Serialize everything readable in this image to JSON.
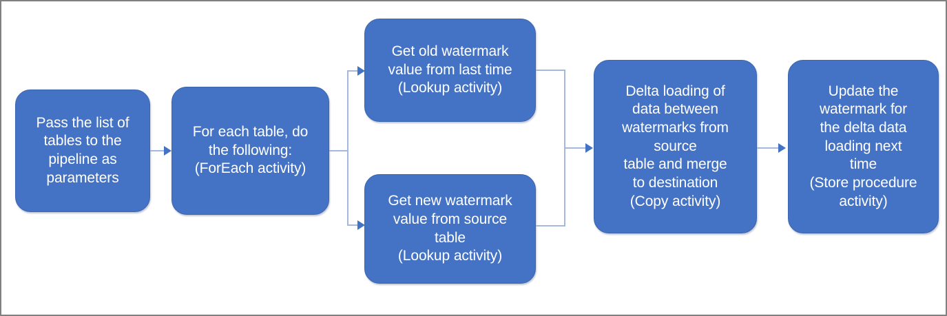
{
  "diagram": {
    "type": "flowchart",
    "orientation": "left-to-right",
    "border_color": "#808080",
    "background": "#ffffff",
    "node_fill": "#4472C4",
    "node_text_color": "#FFFFFF",
    "connector_color": "#A3B8DE",
    "arrowhead_color": "#4472C4",
    "nodes": [
      {
        "id": "pass-list-of-tables",
        "label": "Pass the list of\ntables to the\npipeline as\nparameters",
        "activity": ""
      },
      {
        "id": "for-each-table",
        "label": "For each table, do\nthe following:\n(ForEach activity)",
        "activity": "ForEach activity"
      },
      {
        "id": "get-old-watermark",
        "label": "Get old watermark\nvalue from last time\n(Lookup activity)",
        "activity": "Lookup activity"
      },
      {
        "id": "get-new-watermark",
        "label": "Get new watermark\nvalue from source\ntable\n(Lookup activity)",
        "activity": "Lookup activity"
      },
      {
        "id": "delta-loading",
        "label": "Delta loading of\ndata between\nwatermarks from\nsource\ntable and merge\nto destination\n(Copy activity)",
        "activity": "Copy activity"
      },
      {
        "id": "update-watermark",
        "label": "Update the\nwatermark for\nthe delta data\nloading next\ntime\n(Store procedure\nactivity)",
        "activity": "Store procedure activity"
      }
    ],
    "edges": [
      {
        "from": "pass-list-of-tables",
        "to": "for-each-table"
      },
      {
        "from": "for-each-table",
        "to": "get-old-watermark"
      },
      {
        "from": "for-each-table",
        "to": "get-new-watermark"
      },
      {
        "from": "get-old-watermark",
        "to": "delta-loading"
      },
      {
        "from": "get-new-watermark",
        "to": "delta-loading"
      },
      {
        "from": "delta-loading",
        "to": "update-watermark"
      }
    ]
  }
}
